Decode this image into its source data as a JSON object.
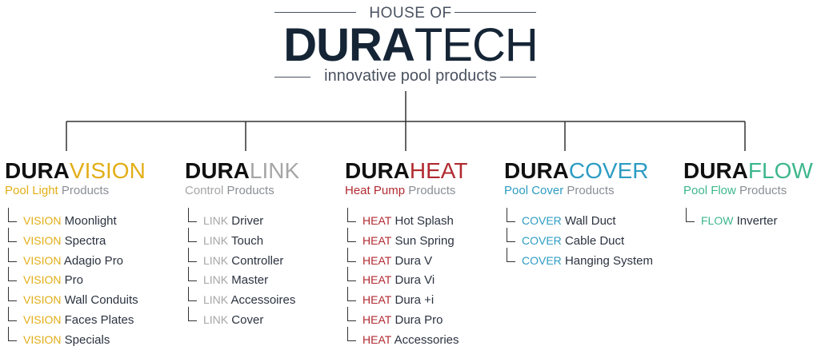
{
  "header": {
    "house_of": "HOUSE OF",
    "logo_bold": "DURA",
    "logo_light": "TECH",
    "tagline": "innovative pool products"
  },
  "brands": [
    {
      "name_bold": "DURA",
      "name_light": "VISION",
      "color": "#e2ae17",
      "sub_colored": "Pool Light",
      "sub_rest": " Products",
      "prefix": "VISION",
      "items": [
        "Moonlight",
        "Spectra",
        "Adagio Pro",
        "Pro",
        "Wall Conduits",
        "Faces Plates",
        "Specials"
      ]
    },
    {
      "name_bold": "DURA",
      "name_light": "LINK",
      "color": "#a6a6a6",
      "sub_colored": "Control",
      "sub_rest": " Products",
      "prefix": "LINK",
      "items": [
        "Driver",
        "Touch",
        "Controller",
        "Master",
        "Accessoires",
        "Cover"
      ]
    },
    {
      "name_bold": "DURA",
      "name_light": "HEAT",
      "color": "#b12a31",
      "sub_colored": "Heat Pump",
      "sub_rest": " Products",
      "prefix": "HEAT",
      "items": [
        "Hot Splash",
        "Sun Spring",
        "Dura V",
        "Dura Vi",
        "Dura +i",
        "Dura Pro",
        "Accessories"
      ]
    },
    {
      "name_bold": "DURA",
      "name_light": "COVER",
      "color": "#2d9cc3",
      "sub_colored": "Pool Cover",
      "sub_rest": " Products",
      "prefix": "COVER",
      "items": [
        "Wall Duct",
        "Cable Duct",
        "Hanging System"
      ]
    },
    {
      "name_bold": "DURA",
      "name_light": "FLOW",
      "color": "#3db78c",
      "sub_colored": "Pool Flow",
      "sub_rest": " Products",
      "prefix": "FLOW",
      "items": [
        "Inverter"
      ]
    }
  ]
}
